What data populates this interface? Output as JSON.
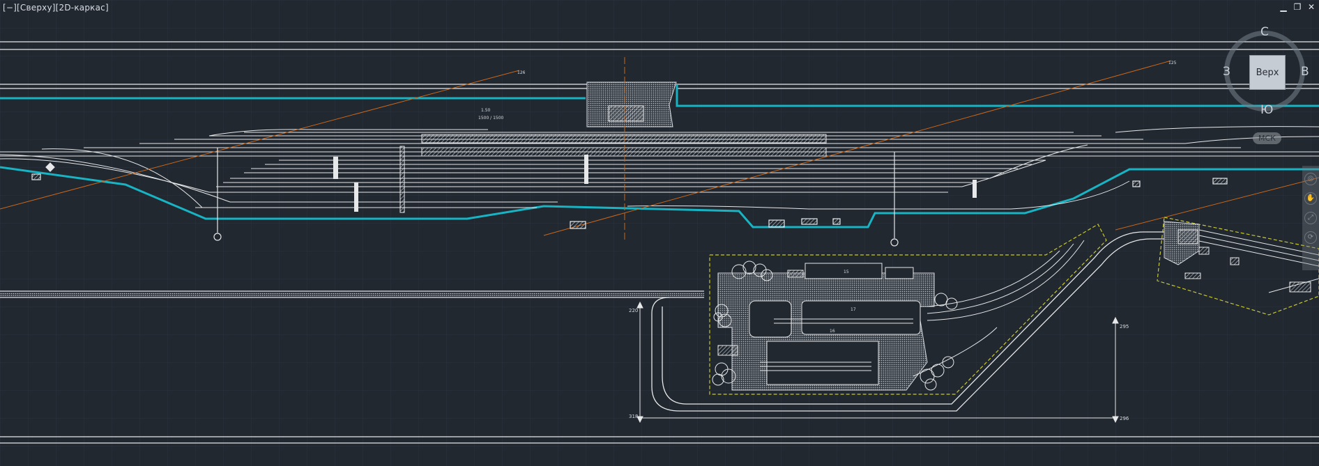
{
  "viewport": {
    "label": "[−][Сверху][2D-каркас]"
  },
  "window_controls": {
    "minimize": "▁",
    "restore": "❐",
    "close": "✕"
  },
  "viewcube": {
    "top": "С",
    "left": "З",
    "right": "В",
    "bottom": "Ю",
    "face": "Верх"
  },
  "wcs_badge": "МСК",
  "nav_bar": {
    "icons": [
      "steering-wheel-icon",
      "pan-icon",
      "zoom-icon",
      "orbit-icon"
    ]
  },
  "drawing": {
    "colors": {
      "background": "#212830",
      "line": "#e6e8ea",
      "cyan": "#19b4c4",
      "orange": "#c8661a",
      "yellow": "#c9c92e",
      "grid": "#2b323b"
    },
    "dimensions": {
      "left_vertical_top": "220",
      "left_vertical_bottom": "318",
      "right_vertical_top": "295",
      "right_vertical_bottom": "296"
    },
    "labels": {
      "orange_left": "126",
      "orange_right": "125",
      "building_ref": "15",
      "building_block": "17",
      "building_block2": "16",
      "frac_top": "1.50",
      "frac_bottom": "1500 / 1500"
    }
  }
}
